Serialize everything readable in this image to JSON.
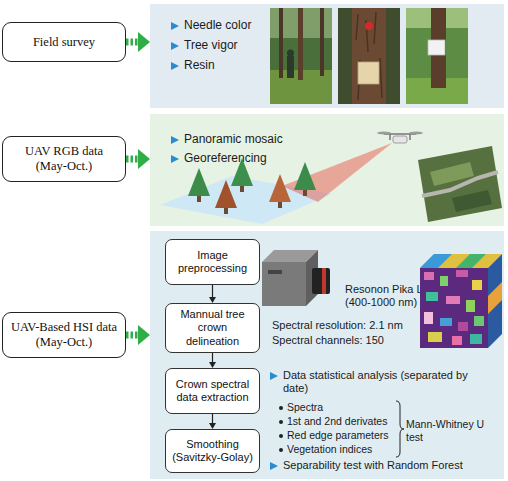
{
  "diagram": {
    "nodes": [
      {
        "text": [
          "Field survey"
        ]
      },
      {
        "text": [
          "Needle color",
          "Tree vigor",
          "Resin"
        ]
      },
      {
        "text": [
          "UAV RGB data (May-Oct.)"
        ]
      },
      {
        "text": [
          "Panoramic mosaic",
          "Georeferencing"
        ]
      },
      {
        "text": [
          "UAV-Based HSI data (May-Oct.)"
        ]
      },
      {
        "text": [
          "Resonon Pika L (400-1000 nm)",
          "Spectral resolution: 2.1 nm",
          "Spectral channels: 150",
          "Data statistical analysis (separated by date)",
          "Spectra",
          "1st and 2nd derivates",
          "Red edge parameters",
          "Vegetation indices",
          "Mann-Whitney U test",
          "Separability test with Random Forest"
        ]
      },
      {
        "text": [
          "Image preprocessing"
        ],
        "in": 5
      },
      {
        "text": [
          "Mannual tree crown delineation"
        ],
        "in": 5
      },
      {
        "text": [
          "Crown spectral data extraction"
        ],
        "in": 5
      },
      {
        "text": [
          "Smoothing (Savitzky-Golay)"
        ],
        "in": 5
      }
    ],
    "edges": [
      {
        "from": 0,
        "to": 1,
        "arrow": "to"
      },
      {
        "from": 2,
        "to": 3,
        "arrow": "to"
      },
      {
        "from": 4,
        "to": 5,
        "arrow": "to"
      },
      {
        "from": 6,
        "to": 7,
        "arrow": "to"
      },
      {
        "from": 7,
        "to": 8,
        "arrow": "to"
      },
      {
        "from": 8,
        "to": 9,
        "arrow": "to"
      }
    ]
  }
}
